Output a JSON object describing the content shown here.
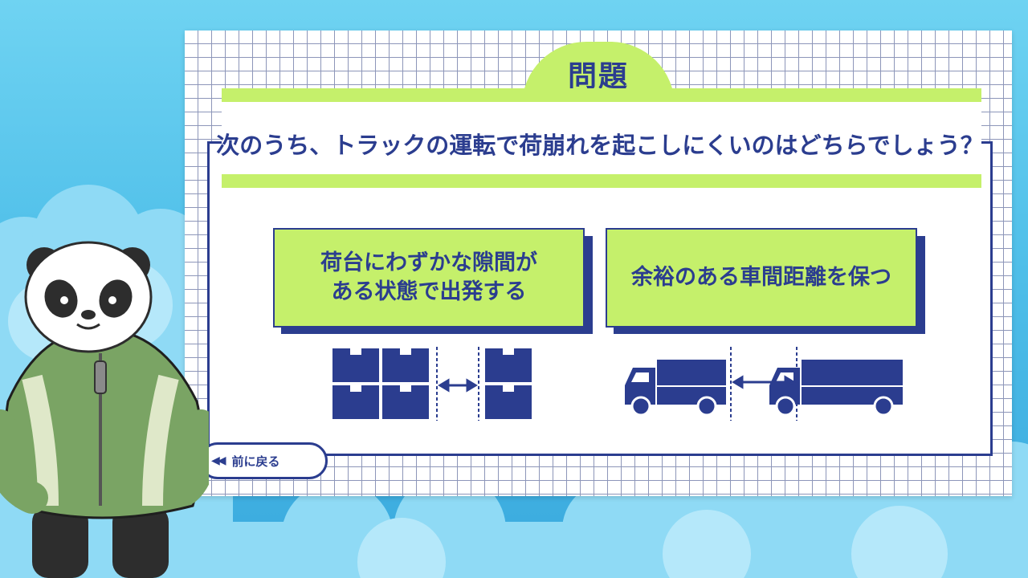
{
  "quiz": {
    "title": "問題",
    "question": "次のうち、トラックの運転で荷崩れを起こしにくいのはどちらでしょう？",
    "choices": [
      {
        "line1": "荷台にわずかな隙間が",
        "line2": "ある状態で出発する",
        "illustration": "boxes-gap-icon"
      },
      {
        "line1": "余裕のある車間距離を保つ",
        "line2": "",
        "illustration": "trucks-distance-icon"
      }
    ]
  },
  "navigation": {
    "back_label": "前に戻る",
    "back_icon": "double-left-arrow-icon"
  },
  "colors": {
    "accent_green": "#c5f06b",
    "navy": "#2b3d8f",
    "sky": "#4fbfe9"
  }
}
